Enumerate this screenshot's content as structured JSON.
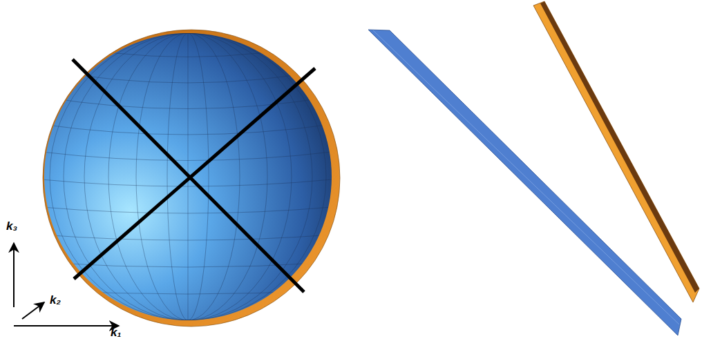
{
  "diagram": {
    "labels": [
      "k₃",
      "k₂",
      "k₁"
    ]
  }
}
